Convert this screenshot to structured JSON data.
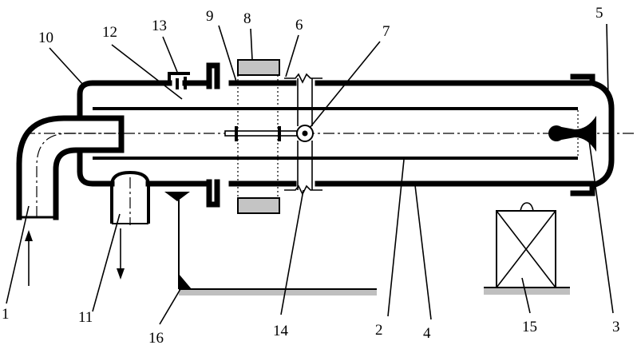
{
  "labels": {
    "l1": "1",
    "l2": "2",
    "l3": "3",
    "l4": "4",
    "l5": "5",
    "l6": "6",
    "l7": "7",
    "l8": "8",
    "l9": "9",
    "l10": "10",
    "l11": "11",
    "l12": "12",
    "l13": "13",
    "l14": "14",
    "l15": "15",
    "l16": "16"
  },
  "colors": {
    "stroke": "#000000",
    "magnet_fill": "#c4c4c4",
    "ground_fill": "#bfbfbf",
    "background": "#ffffff"
  }
}
